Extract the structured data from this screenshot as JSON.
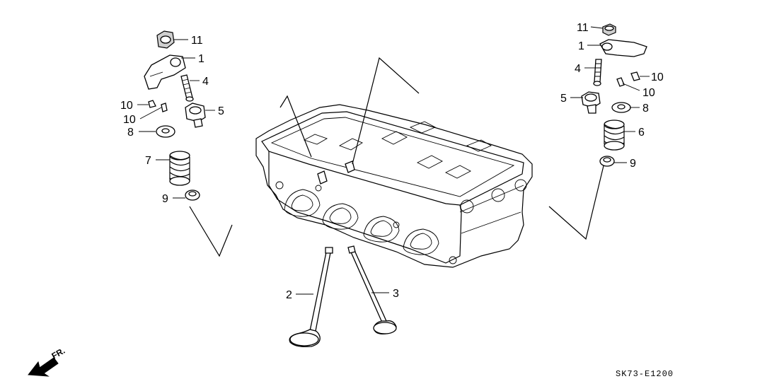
{
  "diagram": {
    "callouts": [
      {
        "id": "left-nut",
        "label": "11"
      },
      {
        "id": "left-rocker-arm",
        "label": "1"
      },
      {
        "id": "left-adjust-screw",
        "label": "4"
      },
      {
        "id": "left-keeper-a",
        "label": "10"
      },
      {
        "id": "left-keeper-b",
        "label": "10"
      },
      {
        "id": "left-nut-5",
        "label": "5"
      },
      {
        "id": "left-spring-seat",
        "label": "8"
      },
      {
        "id": "left-valve-spring",
        "label": "7"
      },
      {
        "id": "left-stem-seal",
        "label": "9"
      },
      {
        "id": "intake-valve",
        "label": "2"
      },
      {
        "id": "exhaust-valve",
        "label": "3"
      },
      {
        "id": "right-nut",
        "label": "11"
      },
      {
        "id": "right-rocker-arm",
        "label": "1"
      },
      {
        "id": "right-adjust-screw",
        "label": "4"
      },
      {
        "id": "right-keeper-a",
        "label": "10"
      },
      {
        "id": "right-keeper-b",
        "label": "10"
      },
      {
        "id": "right-nut-5",
        "label": "5"
      },
      {
        "id": "right-spring-seat",
        "label": "8"
      },
      {
        "id": "right-valve-spring",
        "label": "6"
      },
      {
        "id": "right-stem-seal",
        "label": "9"
      }
    ],
    "direction_label": "FR.",
    "diagram_code": "SK73-E1200"
  }
}
